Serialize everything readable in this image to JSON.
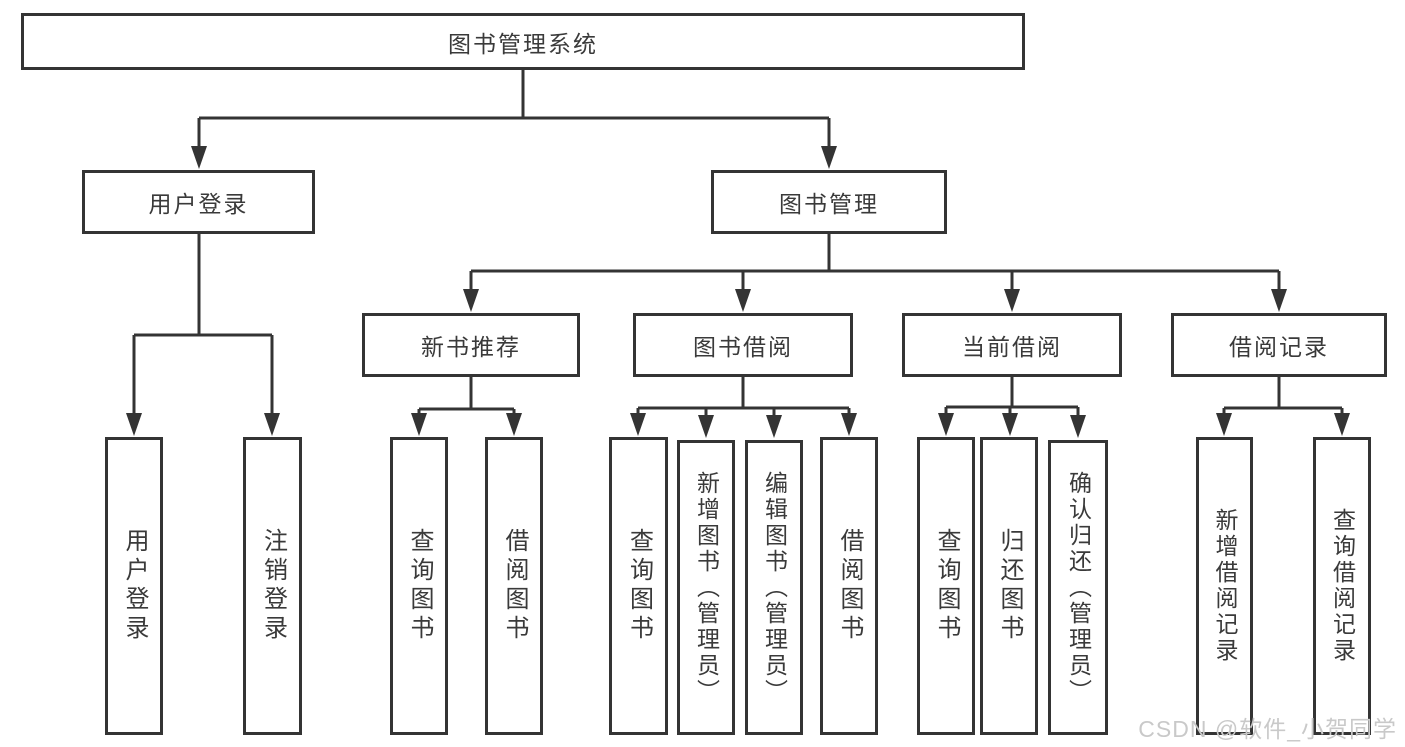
{
  "diagram": {
    "root": {
      "label": "图书管理系统"
    },
    "level2": [
      {
        "label": "用户登录"
      },
      {
        "label": "图书管理"
      }
    ],
    "level3": [
      {
        "label": "新书推荐"
      },
      {
        "label": "图书借阅"
      },
      {
        "label": "当前借阅"
      },
      {
        "label": "借阅记录"
      }
    ],
    "leaves": {
      "user_login": [
        "用户登录",
        "注销登录"
      ],
      "new_book_recommend": [
        "查询图书",
        "借阅图书"
      ],
      "book_borrow": [
        "查询图书",
        "新增图书（管理员）",
        "编辑图书（管理员）",
        "借阅图书"
      ],
      "current_borrow": [
        "查询图书",
        "归还图书",
        "确认归还（管理员）"
      ],
      "borrow_record": [
        "新增借阅记录",
        "查询借阅记录"
      ]
    },
    "colors": {
      "line": "#343434",
      "text": "#3a3a3a",
      "background": "#ffffff",
      "watermark_text": "#c9c9c9"
    },
    "watermark": "CSDN @软件_小贺同学"
  }
}
